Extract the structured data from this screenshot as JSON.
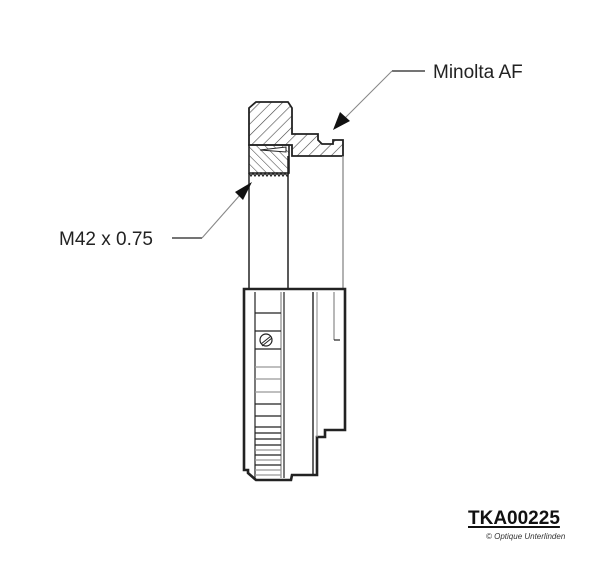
{
  "diagram": {
    "subject": "T-mount adapter cross-section",
    "callouts": [
      {
        "id": "minolta",
        "text": "Minolta AF"
      },
      {
        "id": "m42",
        "text": "M42 x 0.75"
      }
    ],
    "part_number": "TKA00225",
    "copyright": "© Optique Unterlinden",
    "colors": {
      "stroke": "#222222",
      "hatch": "#555555",
      "light_stroke": "#999999",
      "background": "#ffffff"
    }
  }
}
